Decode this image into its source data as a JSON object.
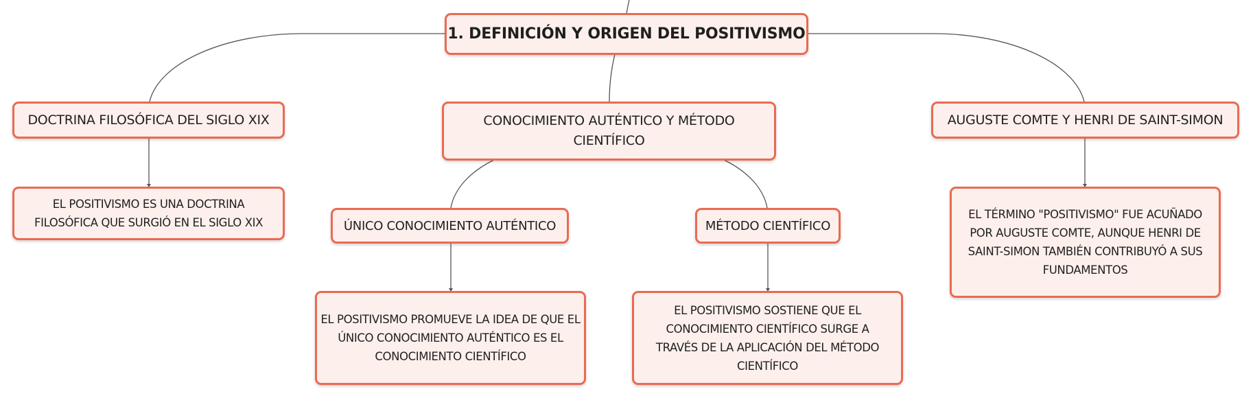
{
  "root": {
    "title": "1. DEFINICIÓN Y ORIGEN DEL POSITIVISMO"
  },
  "branches": {
    "left": {
      "label": "DOCTRINA FILOSÓFICA DEL SIGLO XIX",
      "detail": "EL POSITIVISMO ES UNA DOCTRINA FILOSÓFICA QUE SURGIÓ EN EL SIGLO XIX"
    },
    "center": {
      "label": "CONOCIMIENTO AUTÉNTICO Y MÉTODO CIENTÍFICO",
      "sub_left": {
        "label": "ÚNICO CONOCIMIENTO AUTÉNTICO",
        "detail": "EL POSITIVISMO PROMUEVE LA IDEA DE QUE EL ÚNICO CONOCIMIENTO AUTÉNTICO ES EL CONOCIMIENTO CIENTÍFICO"
      },
      "sub_right": {
        "label": "MÉTODO CIENTÍFICO",
        "detail": "EL POSITIVISMO SOSTIENE QUE EL CONOCIMIENTO CIENTÍFICO SURGE A TRAVÉS DE LA APLICACIÓN DEL MÉTODO CIENTÍFICO"
      }
    },
    "right": {
      "label": "AUGUSTE COMTE Y HENRI DE SAINT-SIMON",
      "detail": "EL TÉRMINO \"POSITIVISMO\" FUE ACUÑADO POR AUGUSTE COMTE, AUNQUE HENRI DE SAINT-SIMON TAMBIÉN CONTRIBUYÓ A SUS FUNDAMENTOS"
    }
  },
  "colors": {
    "node_border": "#ea6a52",
    "node_fill": "#fdf0ec",
    "connector": "#555555"
  }
}
